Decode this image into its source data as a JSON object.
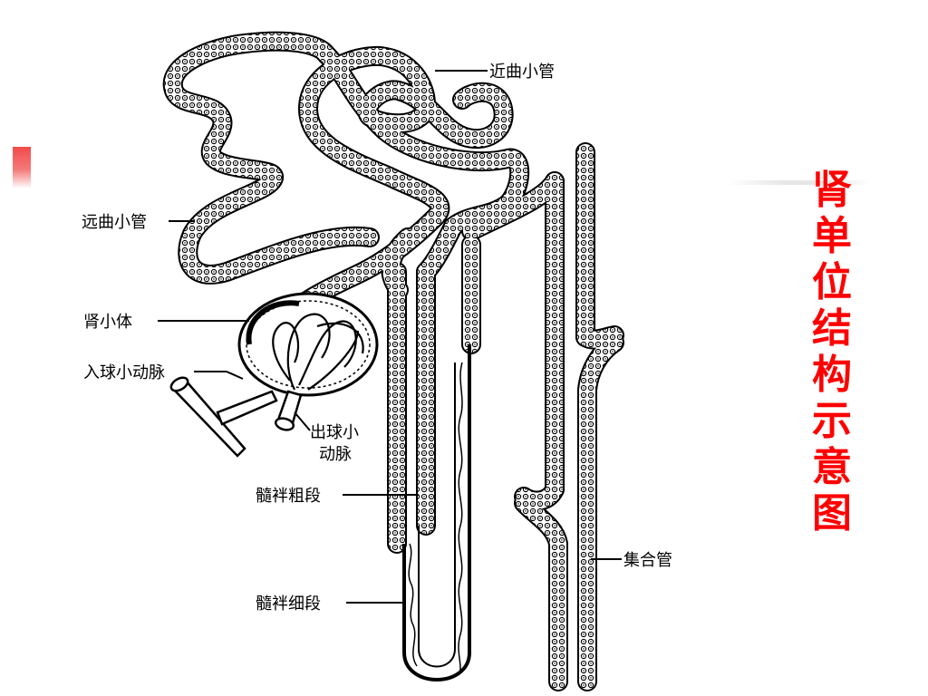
{
  "title": {
    "chars": [
      "肾",
      "单",
      "位",
      "结",
      "构",
      "示",
      "意",
      "图"
    ],
    "color": "#ff0000"
  },
  "labels": {
    "proximal_tubule": "近曲小管",
    "distal_tubule": "远曲小管",
    "renal_corpuscle": "肾小体",
    "afferent_arteriole": "入球小动脉",
    "efferent_line1": "出球小",
    "efferent_line2": "动脉",
    "thick_segment": "髓袢粗段",
    "thin_segment": "髓袢细段",
    "collecting_duct": "集合管"
  }
}
